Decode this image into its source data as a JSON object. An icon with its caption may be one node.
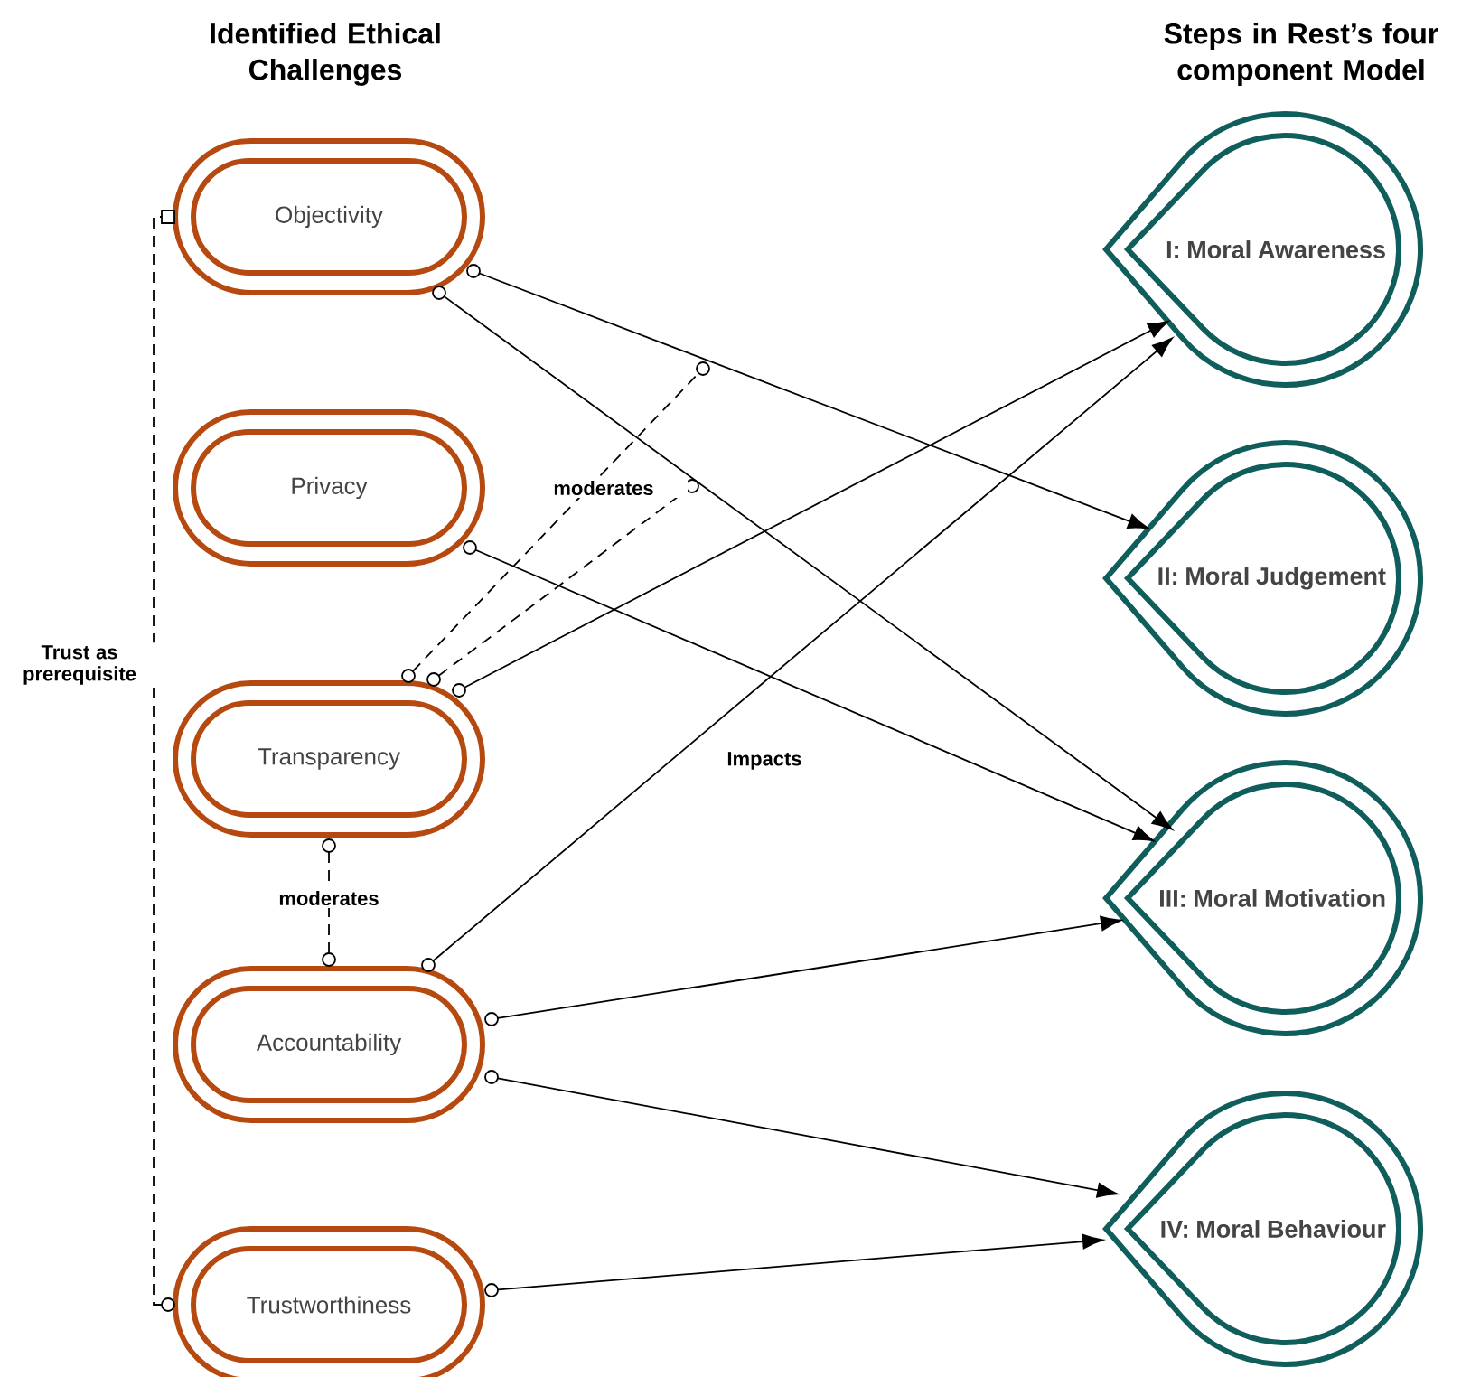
{
  "diagram": {
    "nodes": [
      {
        "text": [
          "Objectivity"
        ]
      },
      {
        "text": [
          "Privacy"
        ]
      },
      {
        "text": [
          "Transparency"
        ]
      },
      {
        "text": [
          "Accountability"
        ]
      },
      {
        "text": [
          "Trustworthiness"
        ]
      },
      {
        "text": [
          "I: Moral Awareness"
        ]
      },
      {
        "text": [
          "II: Moral Judgement"
        ]
      },
      {
        "text": [
          "III: Moral Motivation"
        ]
      },
      {
        "text": [
          "IV: Moral Behaviour"
        ]
      }
    ],
    "edges": [
      {
        "from": 0,
        "to": 6,
        "arrow": "to"
      },
      {
        "from": 0,
        "to": 7,
        "arrow": "to"
      },
      {
        "from": 1,
        "to": 7,
        "arrow": "to"
      },
      {
        "from": 2,
        "to": 5,
        "arrow": "to"
      },
      {
        "from": 3,
        "to": 5,
        "arrow": "to"
      },
      {
        "from": 3,
        "to": 7,
        "arrow": "to"
      },
      {
        "from": 3,
        "to": 8,
        "arrow": "to"
      },
      {
        "from": 4,
        "to": 8,
        "arrow": "to"
      },
      {
        "from": 2,
        "to": null,
        "arrow": "other",
        "style": "dashed",
        "label": "moderates"
      },
      {
        "from": 2,
        "to": null,
        "arrow": "other",
        "style": "dashed"
      },
      {
        "from": 2,
        "to": 3,
        "arrow": "other",
        "style": "dashed",
        "label": "moderates"
      },
      {
        "from": 4,
        "to": 0,
        "arrow": "other",
        "style": "dashed",
        "label": "Trust as prerequisite"
      }
    ],
    "labels": [
      "Identified Ethical Challenges",
      "Steps in Rest’s four component Model",
      "Impacts"
    ]
  }
}
